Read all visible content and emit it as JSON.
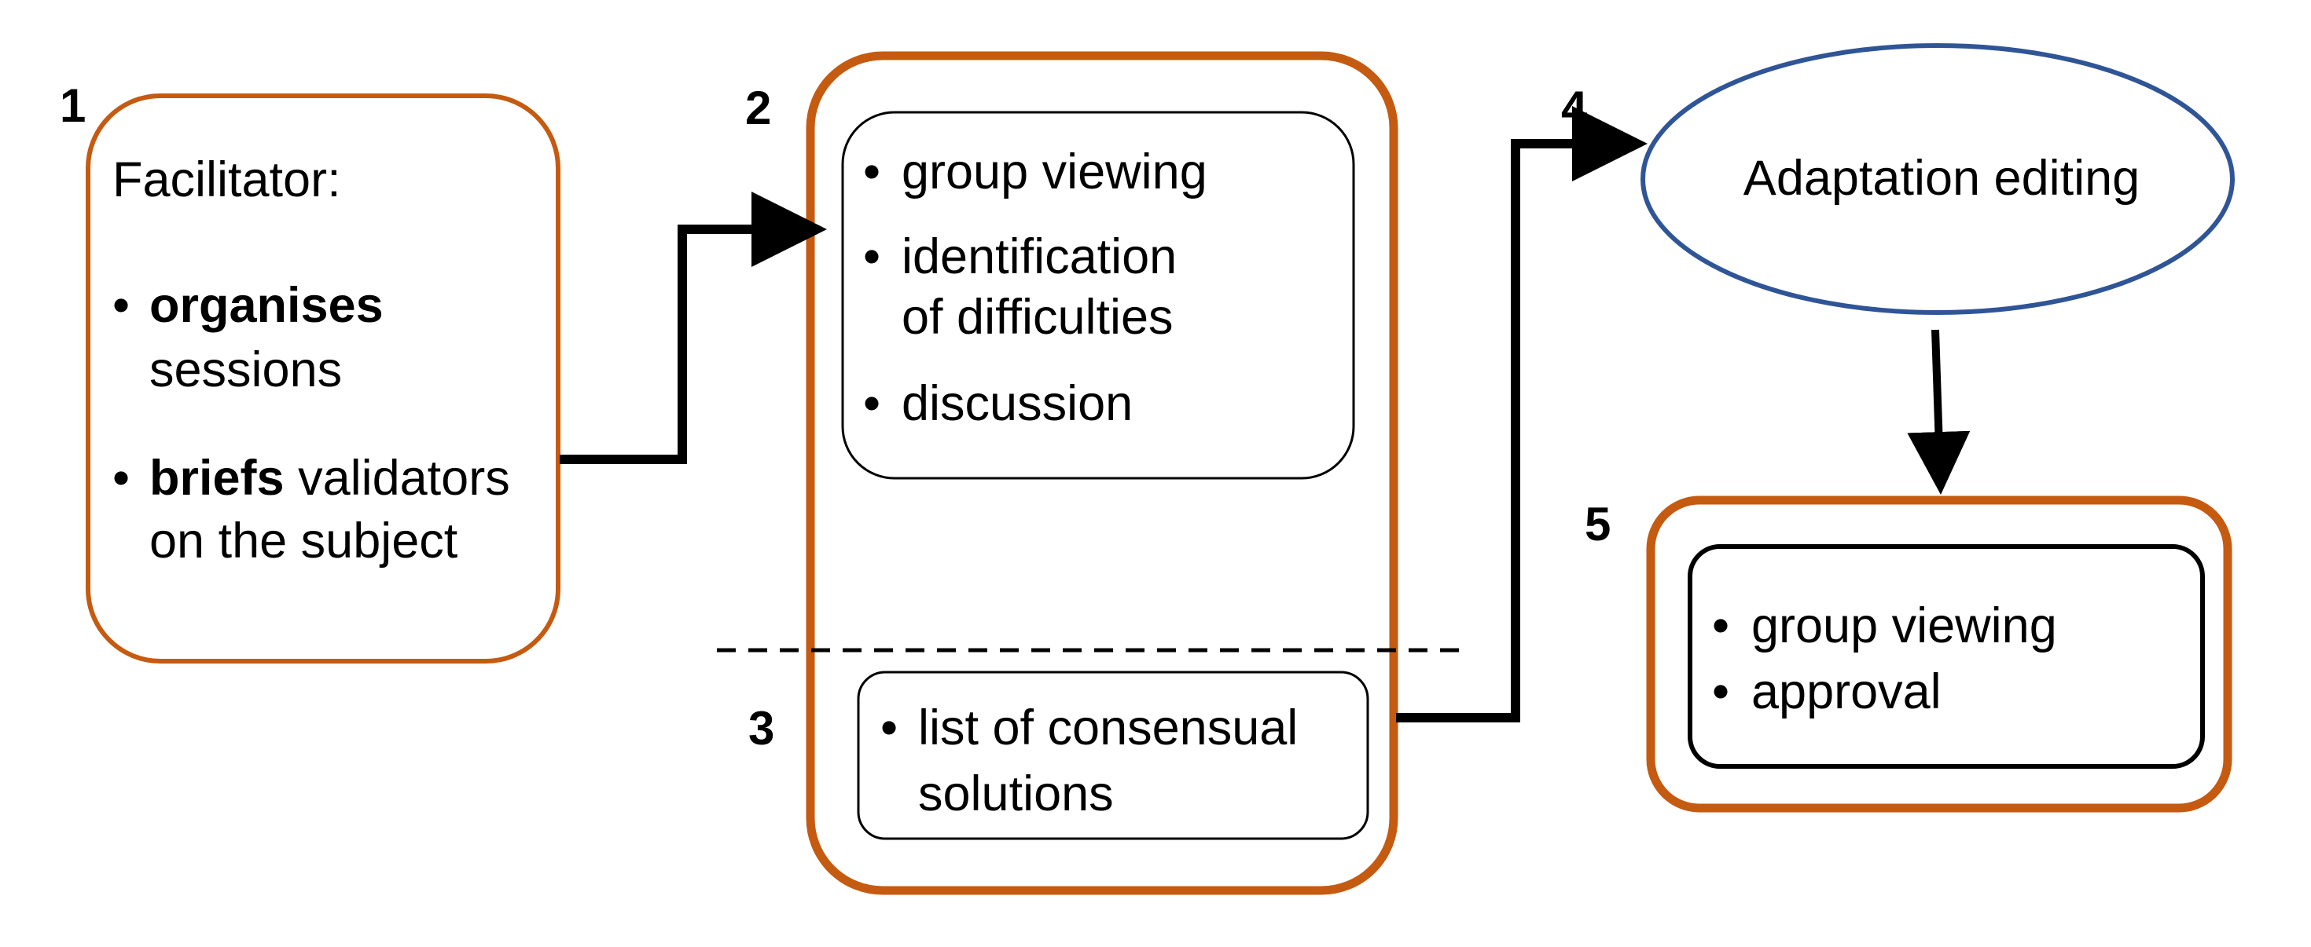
{
  "colors": {
    "outer_box": "#c55a11",
    "ellipse": "#2f5597",
    "inner_box": "#000000",
    "arrow": "#000000"
  },
  "steps": [
    {
      "number": "1"
    },
    {
      "number": "2"
    },
    {
      "number": "3"
    },
    {
      "number": "4"
    },
    {
      "number": "5"
    }
  ],
  "facilitator": {
    "title": "Facilitator:",
    "bullets": [
      {
        "bold": "organises",
        "rest": "",
        "line2": "sessions"
      },
      {
        "bold": "briefs",
        "rest": " validators",
        "line2": "on the subject"
      }
    ]
  },
  "session_box": {
    "items": [
      {
        "line1": "group viewing"
      },
      {
        "line1": "identification",
        "line2": "of difficulties"
      },
      {
        "line1": "discussion"
      }
    ]
  },
  "solutions_box": {
    "line1": "list of consensual",
    "line2": "solutions"
  },
  "editing": {
    "label": "Adaptation editing"
  },
  "approval_box": {
    "items": [
      "group viewing",
      "approval"
    ]
  },
  "bullet_char": "•"
}
